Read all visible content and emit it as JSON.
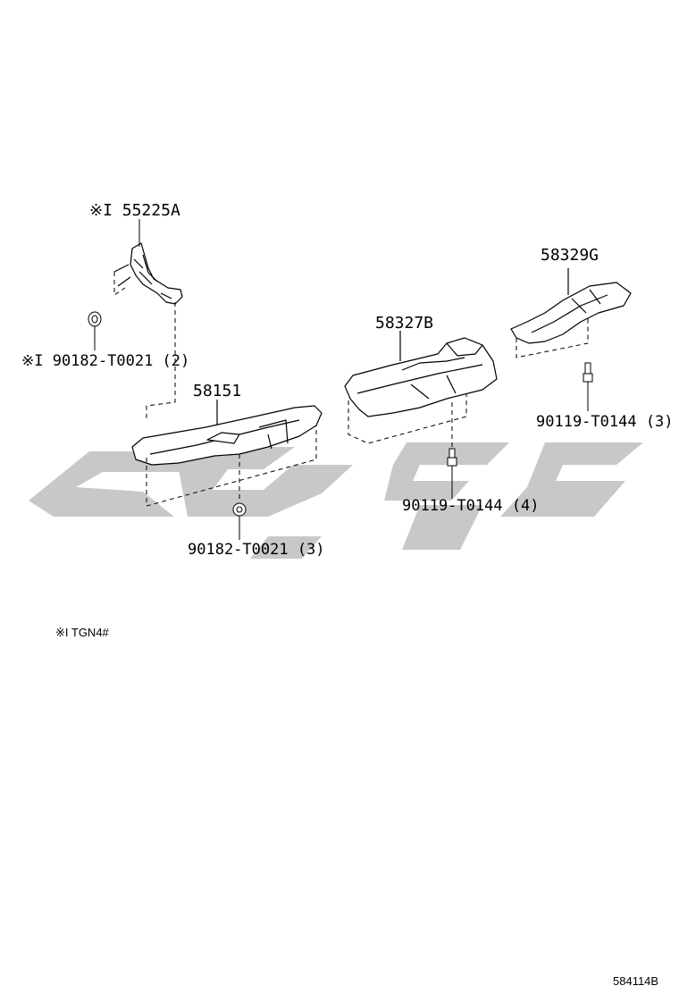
{
  "parts": {
    "p55225a": "※I 55225A",
    "p90182_2": "※I 90182-T0021 (2)",
    "p58151": "58151",
    "p90182_3": "90182-T0021 (3)",
    "p58327b": "58327B",
    "p90119_4": "90119-T0144 (4)",
    "p58329g": "58329G",
    "p90119_3": "90119-T0144 (3)"
  },
  "footnote": "※I TGN4#",
  "figure_code": "584114B",
  "colors": {
    "line": "#000000",
    "watermark": "#c8c8c8"
  }
}
